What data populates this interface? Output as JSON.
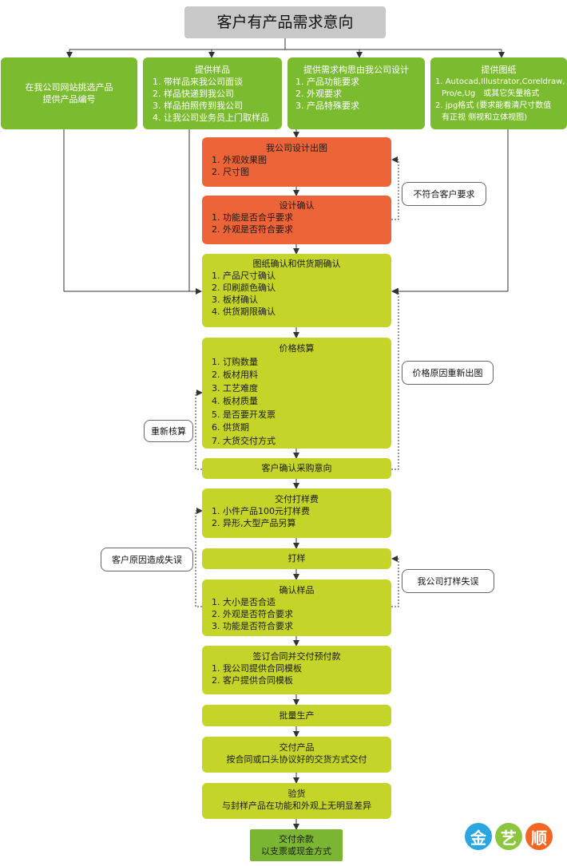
{
  "title": "客户有产品需求意向",
  "entry": [
    {
      "lines": [
        "在我公司网站挑选产品",
        "提供产品编号"
      ]
    },
    {
      "heading": "提供样品",
      "items": [
        "1. 带样品来我公司面谈",
        "2. 样品快递到我公司",
        "3. 样品拍照传到我公司",
        "4. 让我公司业务员上门取样品"
      ]
    },
    {
      "heading": "提供需求构思由我公司设计",
      "items": [
        "1. 产品功能要求",
        "2. 外观要求",
        "3. 产品特殊要求"
      ]
    },
    {
      "heading": "提供图纸",
      "items": [
        "1. Autocad,Illustrator,Coreldraw,",
        "Pro/e,Ug　或其它矢量格式",
        "2. jpg格式 (要求能看清尺寸数值",
        "有正视 侧视和立体视图)"
      ]
    }
  ],
  "design": {
    "heading": "我公司设计出图",
    "items": [
      "1. 外观效果图",
      "2. 尺寸图"
    ]
  },
  "design_confirm": {
    "heading": "设计确认",
    "items": [
      "1. 功能是否合乎要求",
      "2. 外观是否符合要求"
    ]
  },
  "drawing_confirm": {
    "heading": "图纸确认和供货期确认",
    "items": [
      "1. 产品尺寸确认",
      "2. 印刷颜色确认",
      "3. 板材确认",
      "4. 供货期限确认"
    ]
  },
  "price": {
    "heading": "价格核算",
    "items": [
      "1. 订购数量",
      "2. 板材用料",
      "3. 工艺难度",
      "4. 板材质量",
      "5. 是否要开发票",
      "6. 供货期",
      "7. 大货交付方式"
    ]
  },
  "purchase_intent": "客户确认采购意向",
  "sample_fee": {
    "heading": "交付打样费",
    "items": [
      "1. 小件产品100元打样费",
      "2. 异形,大型产品另算"
    ]
  },
  "proofing": "打样",
  "confirm_sample": {
    "heading": "确认样品",
    "items": [
      "1. 大小是否合适",
      "2. 外观是否符合要求",
      "3. 功能是否符合要求"
    ]
  },
  "contract": {
    "heading": "签订合同并交付预付款",
    "items": [
      "1. 我公司提供合同模板",
      "2. 客户提供合同模板"
    ]
  },
  "mass_production": "批量生产",
  "delivery": {
    "heading": "交付产品",
    "sub": "按合同或口头协议好的交货方式交付"
  },
  "inspection": {
    "heading": "验货",
    "sub": "与封样产品在功能和外观上无明显差异"
  },
  "balance": {
    "heading": "交付余款",
    "sub": "以支票或现金方式"
  },
  "feedback": {
    "not_meet": "不符合客户要求",
    "price_redesign": "价格原因重新出图",
    "recalc": "重新核算",
    "customer_fault": "客户原因造成失误",
    "company_fault": "我公司打样失误"
  },
  "logo": [
    "金",
    "艺",
    "顺"
  ],
  "colors": {
    "green": "#7bbb2f",
    "lime": "#c4d428",
    "orange": "#ec6438",
    "gray": "#c8c8c8",
    "logo_blue": "#2aa7e0",
    "logo_green": "#8cc63f",
    "logo_orange": "#f26522"
  }
}
